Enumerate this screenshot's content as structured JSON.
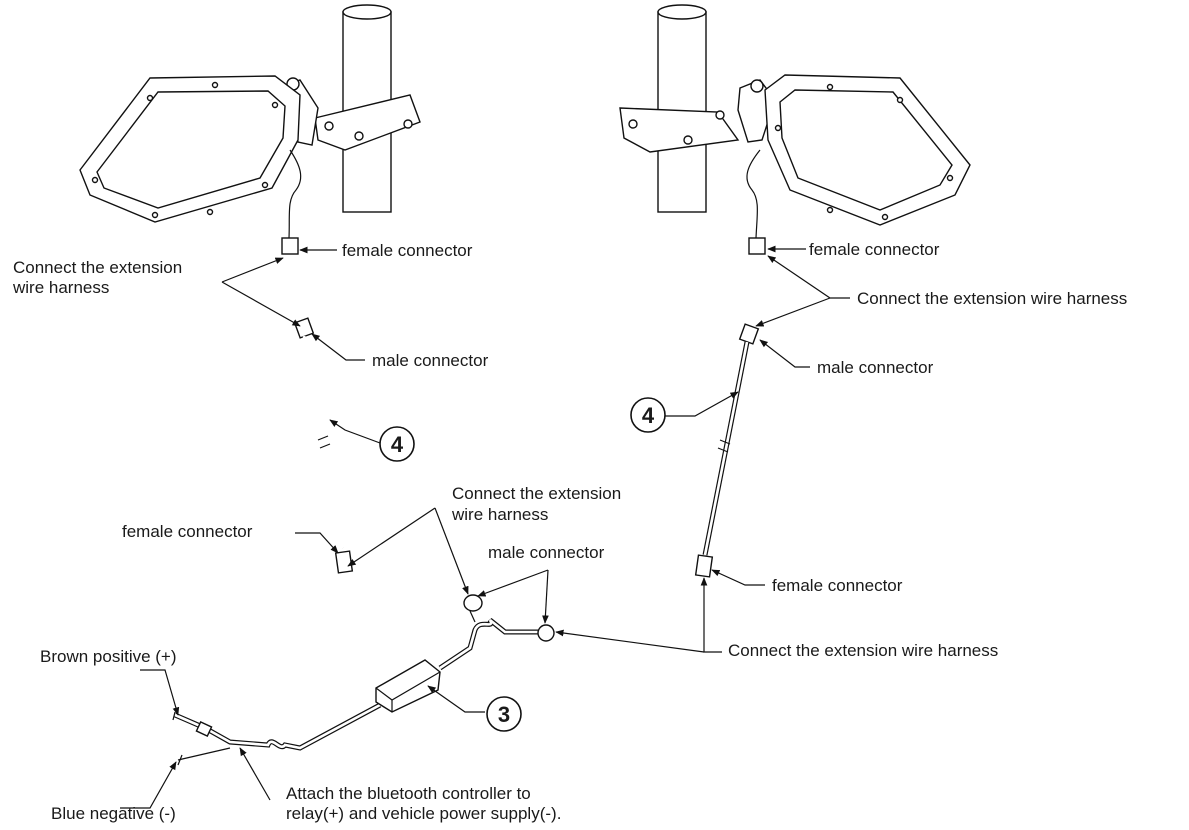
{
  "labels": {
    "left_female_top": "female connector",
    "left_connect_top_1": "Connect the extension",
    "left_connect_top_2": "wire harness",
    "left_male": "male connector",
    "left_female_bottom": "female connector",
    "center_connect_1": "Connect the extension",
    "center_connect_2": "wire harness",
    "center_male": "male connector",
    "right_female_top": "female connector",
    "right_connect_top": "Connect the extension wire harness",
    "right_male": "male connector",
    "right_female_bottom": "female connector",
    "right_connect_bottom": "Connect the extension wire harness",
    "brown_positive": "Brown positive (+)",
    "blue_negative": "Blue negative (-)",
    "attach_1": "Attach the bluetooth controller to",
    "attach_2": "relay(+) and vehicle power supply(-)."
  },
  "callouts": {
    "left_harness": "4",
    "right_harness": "4",
    "controller": "3"
  }
}
